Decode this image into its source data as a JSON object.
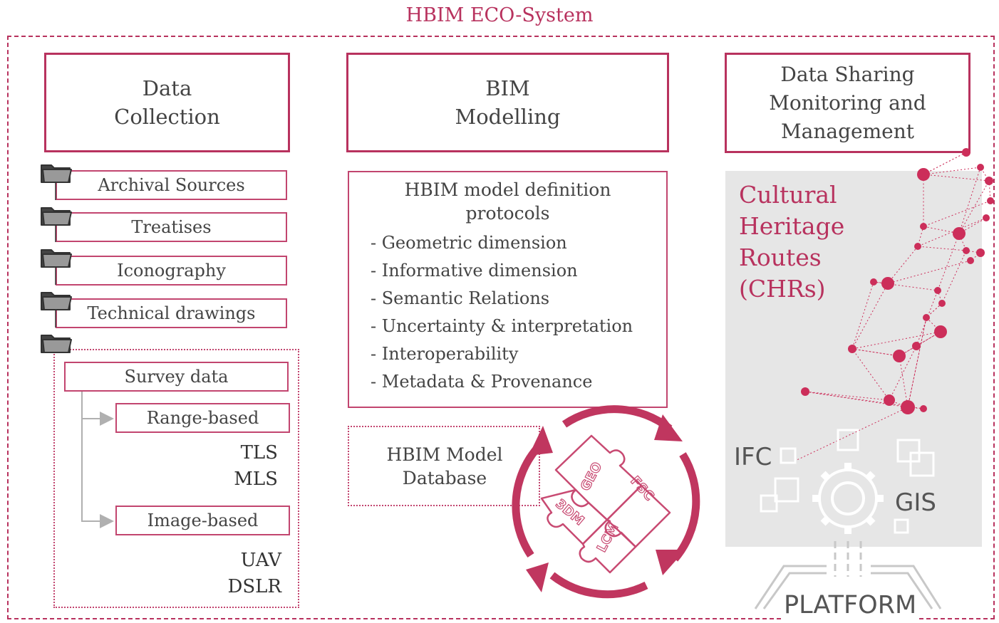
{
  "title": "HBIM ECO-System",
  "columns": {
    "data_collection": {
      "header": [
        "Data",
        "Collection"
      ],
      "sources": [
        "Archival Sources",
        "Treatises",
        "Iconography",
        "Technical drawings"
      ],
      "survey": {
        "label": "Survey data",
        "range_based": {
          "label": "Range-based",
          "items": [
            "TLS",
            "MLS"
          ]
        },
        "image_based": {
          "label": "Image-based",
          "items": [
            "UAV",
            "DSLR"
          ]
        }
      }
    },
    "bim_modelling": {
      "header": [
        "BIM",
        "Modelling"
      ],
      "protocols_title": [
        "HBIM model definition",
        "protocols"
      ],
      "protocols": [
        "- Geometric dimension",
        "- Informative dimension",
        "- Semantic Relations",
        "- Uncertainty & interpretation",
        "- Interoperability",
        "- Metadata & Provenance"
      ],
      "database": [
        "HBIM Model",
        "Database"
      ],
      "puzzle_pieces": [
        "GEO",
        "FSC",
        "3DM",
        "LCM"
      ]
    },
    "data_sharing": {
      "header": [
        "Data Sharing",
        "Monitoring and",
        "Management"
      ],
      "chr": [
        "Cultural",
        "Heritage",
        "Routes",
        "(CHRs)"
      ],
      "labels": {
        "ifc": "IFC",
        "gis": "GIS",
        "platform": "PLATFORM"
      }
    }
  },
  "colors": {
    "accent": "#b8325e",
    "node": "#cc2e5a",
    "panel": "#e6e6e6",
    "text": "#444444"
  },
  "icons": [
    "folder-icon",
    "arrow-icon",
    "cycle-arrows-icon",
    "puzzle-icon",
    "network-icon",
    "gear-icon",
    "square-icon",
    "platform-icon"
  ]
}
